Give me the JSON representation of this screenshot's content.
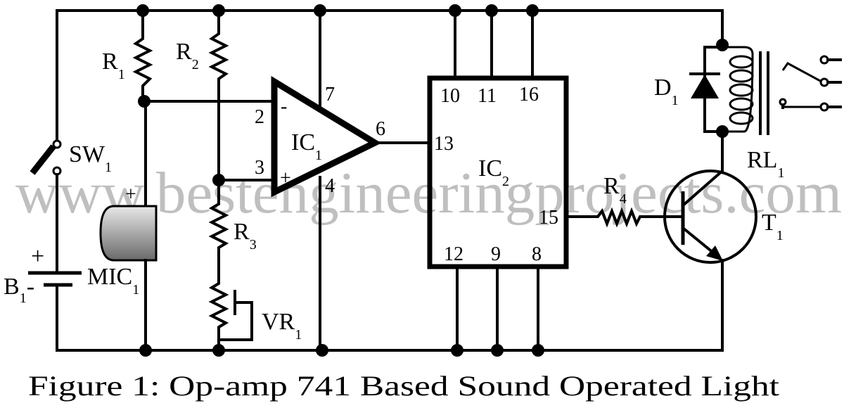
{
  "watermark": "www.bestengineeringprojects.com",
  "caption": "Figure 1: Op-amp 741 Based Sound Operated Light",
  "components": {
    "r1": {
      "name": "R",
      "sub": "1"
    },
    "r2": {
      "name": "R",
      "sub": "2"
    },
    "r3": {
      "name": "R",
      "sub": "3"
    },
    "r4": {
      "name": "R",
      "sub": "4"
    },
    "vr1": {
      "name": "VR",
      "sub": "1"
    },
    "sw1": {
      "name": "SW",
      "sub": "1"
    },
    "b1": {
      "name": "B",
      "sub": "1",
      "plus": "+",
      "minus": "-"
    },
    "mic1": {
      "name": "MIC",
      "sub": "1",
      "plus": "+"
    },
    "ic1": {
      "name": "IC",
      "sub": "1",
      "minus": "-",
      "plus": "+"
    },
    "ic2": {
      "name": "IC",
      "sub": "2"
    },
    "d1": {
      "name": "D",
      "sub": "1"
    },
    "rl1": {
      "name": "RL",
      "sub": "1"
    },
    "t1": {
      "name": "T",
      "sub": "1"
    }
  },
  "ic1_pins": {
    "p2": "2",
    "p3": "3",
    "p4": "4",
    "p6": "6",
    "p7": "7"
  },
  "ic2_pins": {
    "p10": "10",
    "p11": "11",
    "p16": "16",
    "p13": "13",
    "p15": "15",
    "p12": "12",
    "p9": "9",
    "p8": "8"
  }
}
